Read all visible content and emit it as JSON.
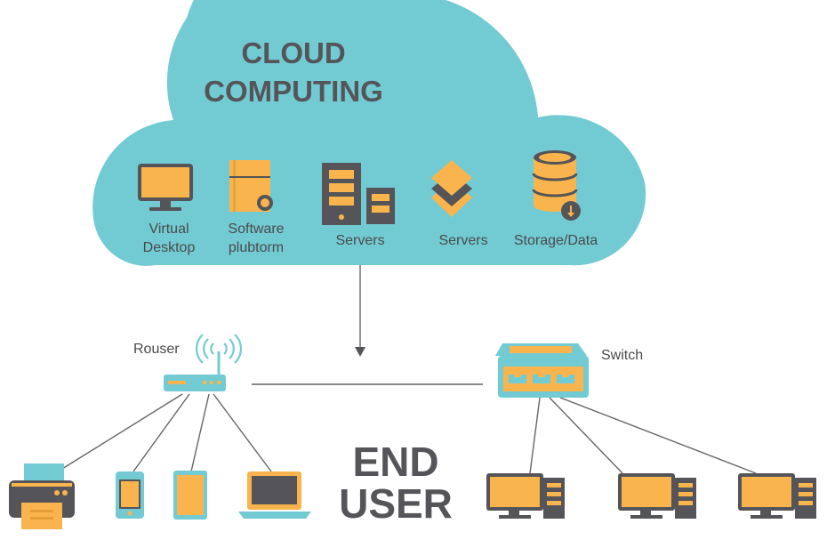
{
  "cloud": {
    "title_line1": "CLOUD",
    "title_line2": "COMPUTING",
    "items": [
      {
        "icon": "monitor-icon",
        "line1": "Virtual",
        "line2": "Desktop"
      },
      {
        "icon": "software-folder-icon",
        "line1": "Software",
        "line2": "plubtorm"
      },
      {
        "icon": "servers-icon",
        "line1": "Servers",
        "line2": ""
      },
      {
        "icon": "layers-icon",
        "line1": "Servers",
        "line2": ""
      },
      {
        "icon": "database-icon",
        "line1": "Storage/Data",
        "line2": ""
      }
    ]
  },
  "network": {
    "router_label": "Rouser",
    "switch_label": "Switch"
  },
  "end_user": {
    "line1": "END",
    "line2": "USER"
  },
  "devices": [
    {
      "icon": "printer-icon"
    },
    {
      "icon": "smartphone-icon"
    },
    {
      "icon": "tablet-icon"
    },
    {
      "icon": "laptop-icon"
    },
    {
      "icon": "desktop-computer-icon"
    },
    {
      "icon": "desktop-computer-icon"
    },
    {
      "icon": "desktop-computer-icon"
    }
  ],
  "colors": {
    "cloud": "#72CBD3",
    "orange": "#F9B44D",
    "dark": "#555559",
    "line": "#666666",
    "text": "#4a4a4a"
  }
}
